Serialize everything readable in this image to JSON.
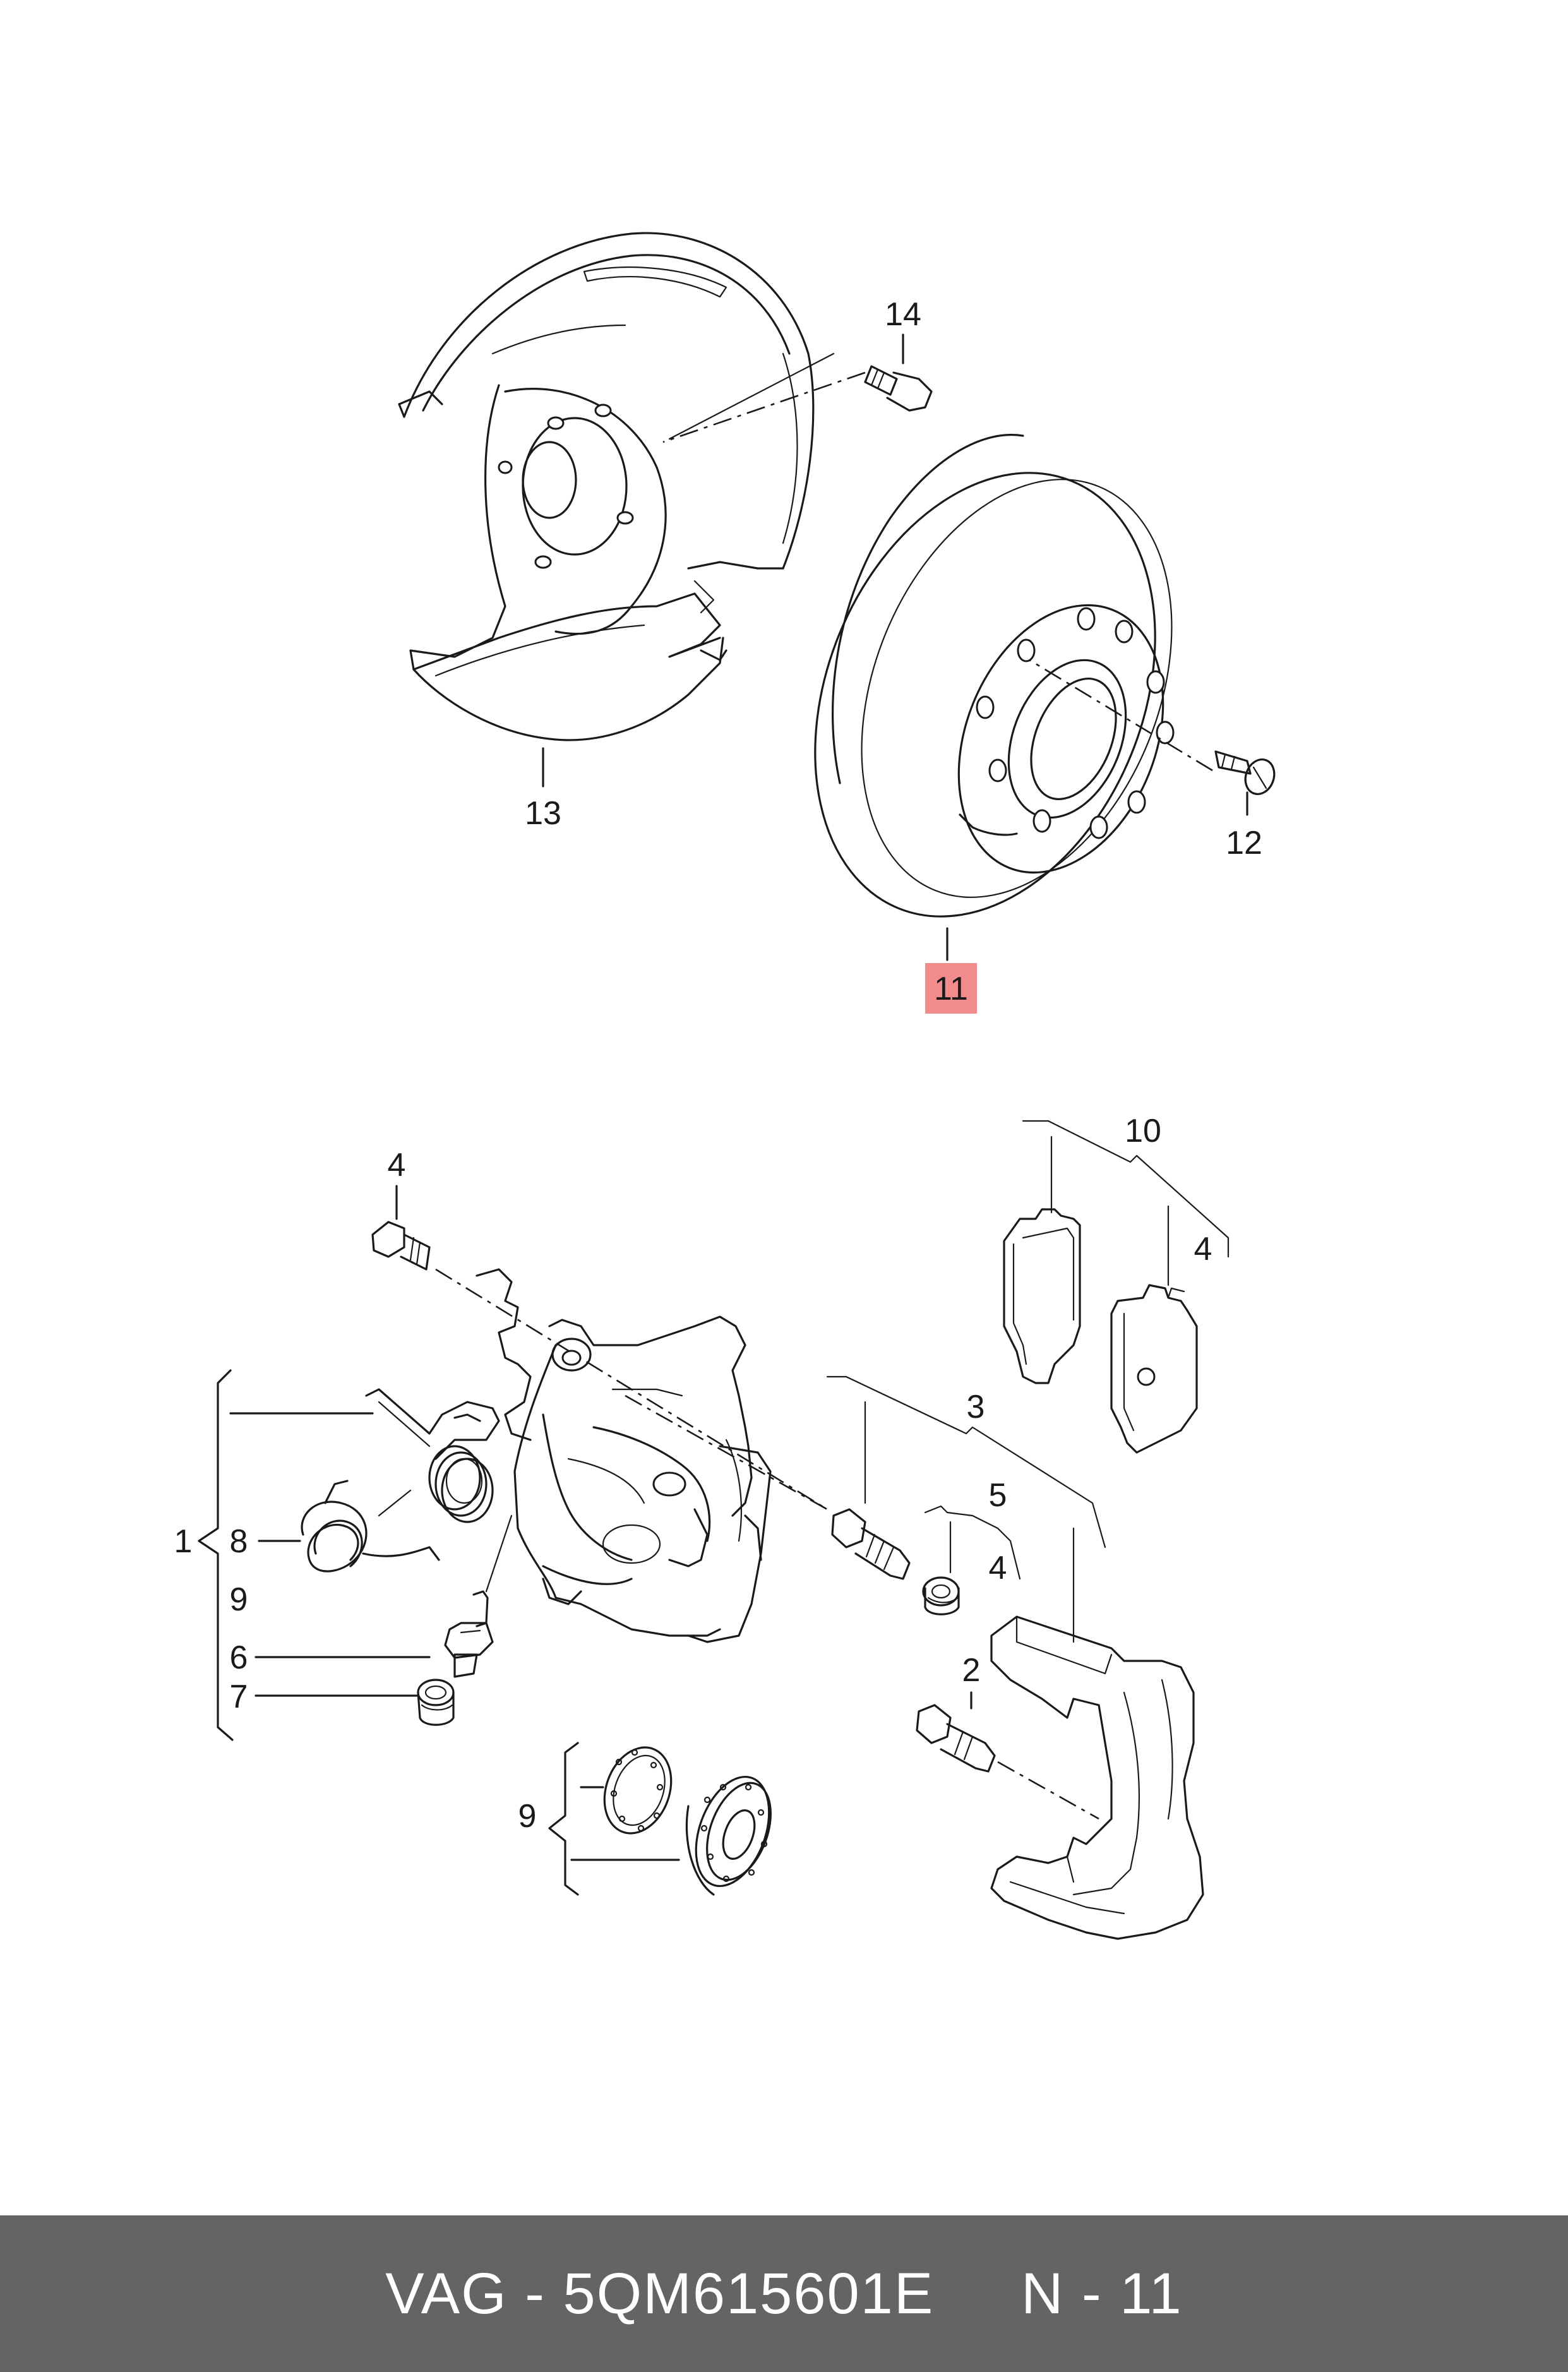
{
  "colors": {
    "footer_bg": "#646464",
    "footer_text": "#ffffff",
    "highlight": "#f28b8b",
    "line": "#1a1a1a"
  },
  "callouts": {
    "n14": "14",
    "n13": "13",
    "n12": "12",
    "n11": "11",
    "n10": "10",
    "n4a": "4",
    "n4b": "4",
    "n3": "3",
    "n5": "5",
    "n4c": "4",
    "n2": "2",
    "n1": "1",
    "n8": "8",
    "n9a": "9",
    "n6": "6",
    "n7": "7",
    "n9b": "9"
  },
  "highlighted_callout": "11",
  "footer": {
    "text": "VAG - 5QM615601E     N - 11"
  }
}
